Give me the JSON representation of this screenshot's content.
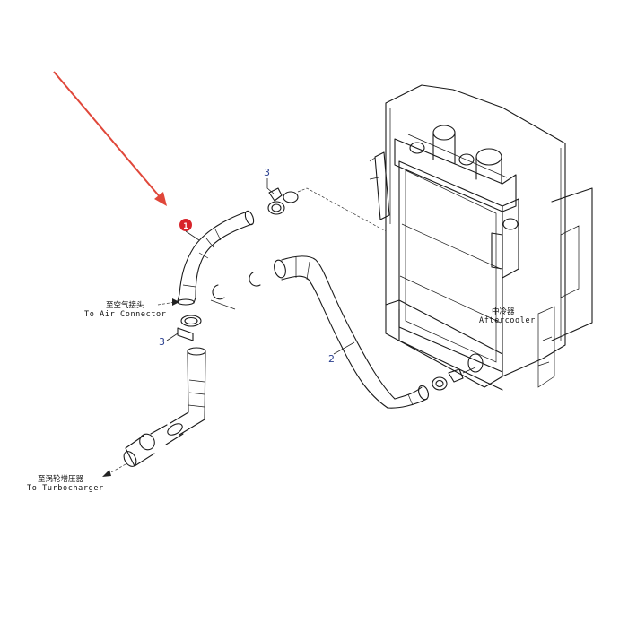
{
  "callouts": {
    "part_1": "1",
    "part_2": "2",
    "part_3_upper": "3",
    "part_3_lower": "3"
  },
  "labels": {
    "air_connector_zh": "至空气接头",
    "air_connector_en": "To Air Connector",
    "turbocharger_zh": "至涡轮增压器",
    "turbocharger_en": "To Turbocharger",
    "aftercooler_zh": "中冷器",
    "aftercooler_en": "Aftercooler"
  },
  "colors": {
    "highlight_arrow": "#e0473a",
    "callout_badge": "#d8232a",
    "callout_text": "#2a3f8f",
    "linework": "#1a1a1a"
  }
}
